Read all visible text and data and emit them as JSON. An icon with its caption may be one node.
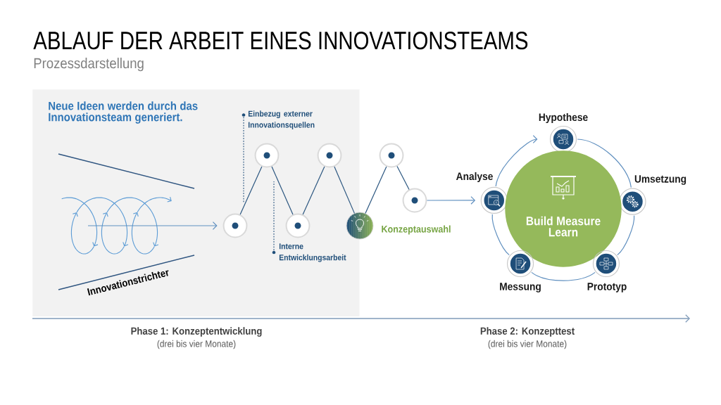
{
  "diagram": {
    "title": "ABLAUF DER ARBEIT EINES INNOVATIONSTEAMS",
    "nodes": [
      {
        "text": [
          "Neue Ideen werden durch das Innovationsteam generiert."
        ]
      },
      {
        "text": [
          "Einbezug externer Innovationsquellen"
        ],
        "in": 0
      },
      {
        "text": [],
        "shape": "circle",
        "in": 0
      },
      {
        "text": [],
        "shape": "circle",
        "in": 0
      },
      {
        "text": [],
        "shape": "circle",
        "in": 0
      },
      {
        "text": [],
        "shape": "circle",
        "in": 0
      },
      {
        "text": [
          "Interne Entwicklungsarbeit"
        ],
        "in": 0
      },
      {
        "text": [],
        "shape": "circle",
        "beside": [
          "Konzeptauswahl"
        ]
      },
      {
        "text": [],
        "shape": "circle"
      },
      {
        "text": [],
        "shape": "circle"
      },
      {
        "text": [
          "Hypothese"
        ]
      },
      {
        "text": [
          "Analyse"
        ]
      },
      {
        "text": [
          "Umsetzung"
        ]
      },
      {
        "text": [
          "Build Measure Learn"
        ]
      },
      {
        "text": [
          "Messung"
        ]
      },
      {
        "text": [
          "Prototyp"
        ]
      }
    ],
    "edges": [
      {
        "from": null,
        "to": 2,
        "arrow": "to",
        "color": "#5f8fbf"
      },
      {
        "from": 1,
        "to": null,
        "arrow": "none",
        "style": "dashed"
      },
      {
        "from": 2,
        "to": 3,
        "arrow": "none"
      },
      {
        "from": 3,
        "to": 4,
        "arrow": "none"
      },
      {
        "from": 4,
        "to": 5,
        "arrow": "none"
      },
      {
        "from": 5,
        "to": 7,
        "arrow": "none"
      },
      {
        "from": 7,
        "to": 8,
        "arrow": "none"
      },
      {
        "from": 8,
        "to": 9,
        "arrow": "none"
      },
      {
        "from": 6,
        "to": null,
        "arrow": "none",
        "style": "dashed"
      },
      {
        "from": 9,
        "to": 11,
        "arrow": "to",
        "color": "#5f8fbf"
      },
      {
        "from": 11,
        "to": 10,
        "arrow": "to",
        "color": "#5f8fbf"
      },
      {
        "from": 10,
        "to": 12,
        "arrow": "none",
        "color": "#5f8fbf"
      },
      {
        "from": 12,
        "to": 15,
        "arrow": "none",
        "color": "#5f8fbf"
      },
      {
        "from": 15,
        "to": 14,
        "arrow": "none",
        "color": "#5f8fbf"
      },
      {
        "from": 14,
        "to": 11,
        "arrow": "none",
        "color": "#5f8fbf"
      }
    ],
    "labels": [
      "Prozessdarstellung",
      "Innovationstrichter",
      "Phase 1: Konzeptentwicklung",
      "(drei bis vier Monate)",
      "Phase 2: Konzepttest",
      "(drei bis vier Monate)"
    ]
  }
}
